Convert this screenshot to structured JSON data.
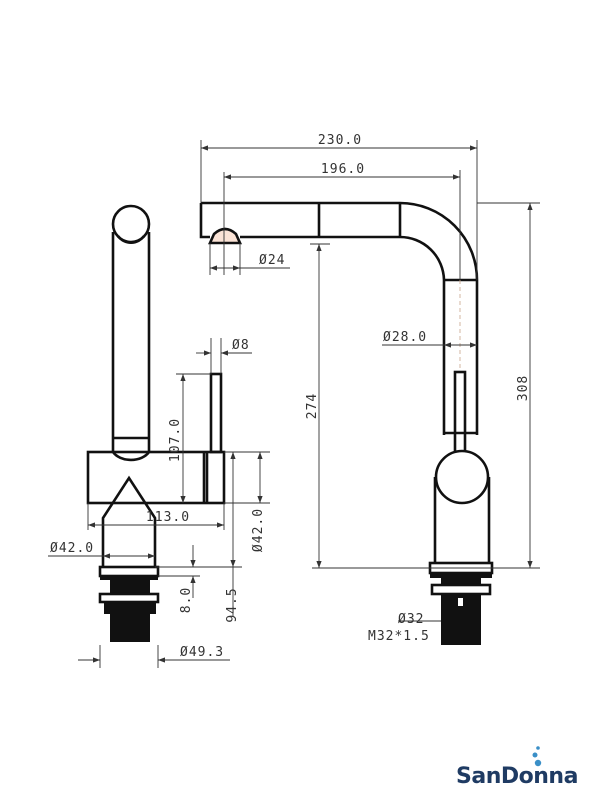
{
  "brand": {
    "name_part1": "San",
    "name_part2": "D",
    "name_part3": "onna",
    "accent_color": "#3a8fc7",
    "text_color": "#1f3b63"
  },
  "side_view": {
    "dims": {
      "handle_diameter": "Ø8",
      "handle_height": "107.0",
      "body_length": "113.0",
      "neck_diameter": "Ø42.0",
      "body_diameter": "Ø42.0",
      "base_height": "94.5",
      "plate_thickness": "8.0",
      "base_diameter": "Ø49.3"
    }
  },
  "front_view": {
    "dims": {
      "total_reach": "230.0",
      "spout_reach": "196.0",
      "aerator_diameter": "Ø24",
      "tube_diameter": "Ø28.0",
      "spout_height": "274",
      "total_height": "308",
      "shank_diameter": "Ø32",
      "thread": "M32*1.5"
    }
  }
}
